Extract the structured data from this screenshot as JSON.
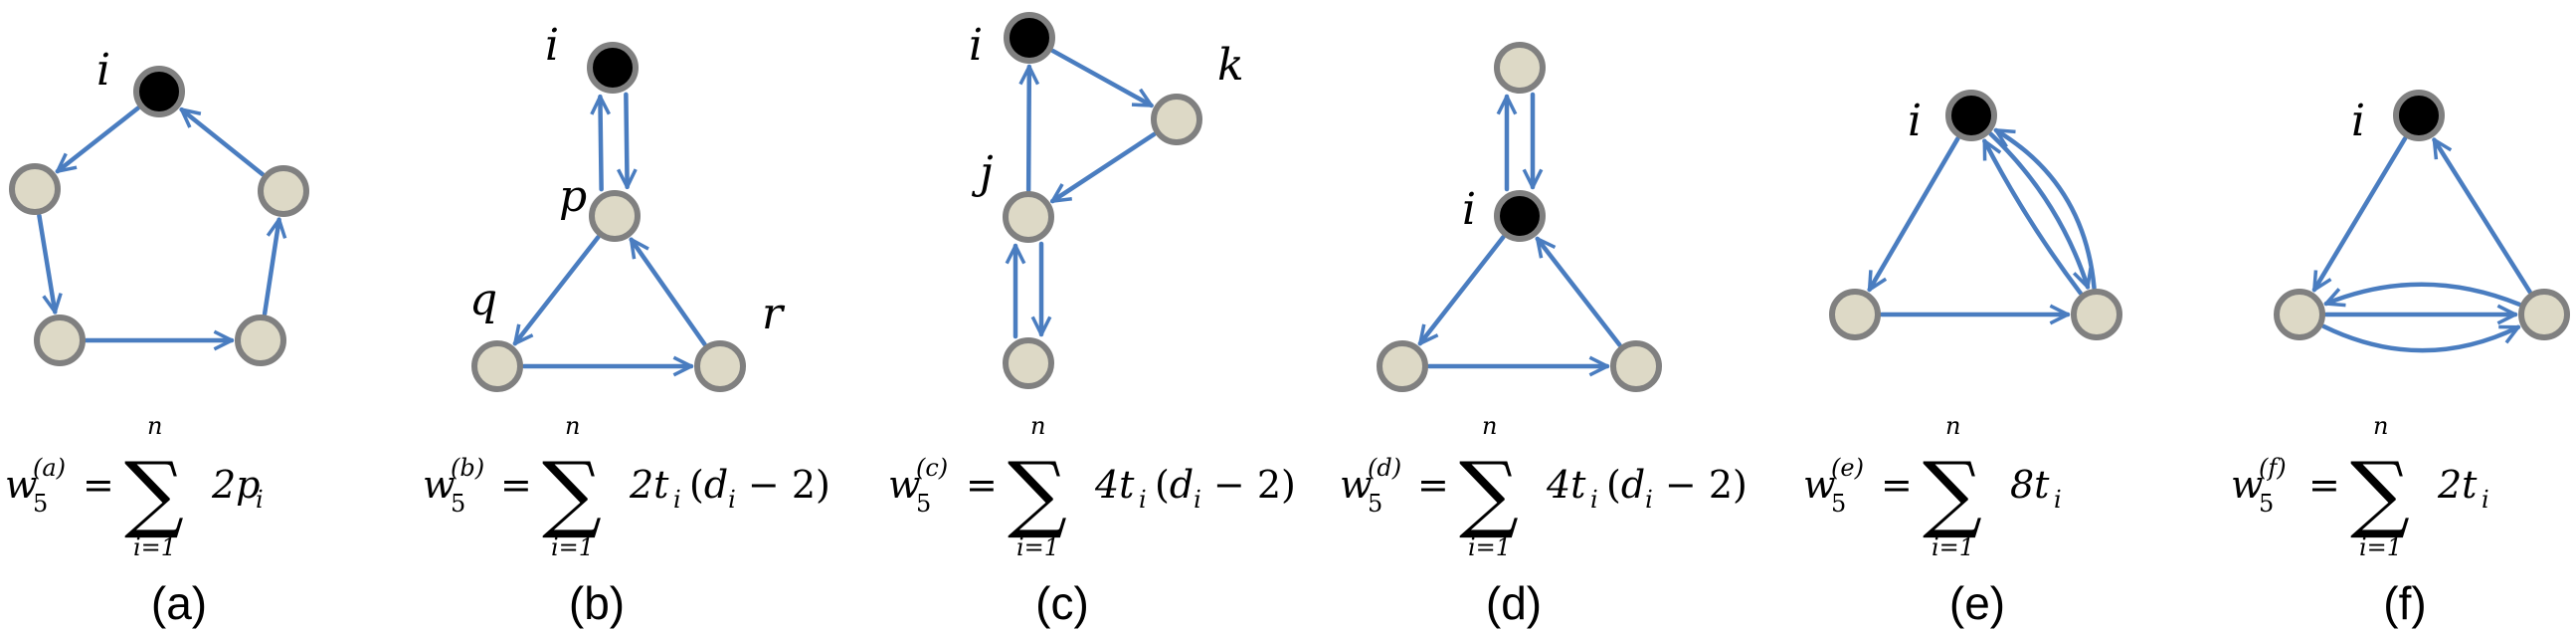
{
  "colors": {
    "edge": "#4a7dc0",
    "node_fill": "#ddd9c6",
    "node_stroke": "#808080",
    "focal": "#000000"
  },
  "panels": [
    {
      "id": "a",
      "caption": "(a)",
      "formula": {
        "sub_label": "(a)",
        "sub": "i=1",
        "sup": "n",
        "term": "2p",
        "term_sub": "i",
        "tail": ""
      },
      "nodes": [
        {
          "id": "i",
          "label": "i",
          "focal": true
        },
        {
          "id": "u",
          "label": "",
          "focal": false
        },
        {
          "id": "bl",
          "label": "",
          "focal": false
        },
        {
          "id": "br",
          "label": "",
          "focal": false
        },
        {
          "id": "r",
          "label": "",
          "focal": false
        }
      ]
    },
    {
      "id": "b",
      "caption": "(b)",
      "formula": {
        "sub_label": "(b)",
        "sub": "i=1",
        "sup": "n",
        "term": "2t",
        "term_sub": "i",
        "tail": "(d_i − 2)"
      },
      "nodes": [
        {
          "id": "i",
          "label": "i",
          "focal": true
        },
        {
          "id": "p",
          "label": "p",
          "focal": false
        },
        {
          "id": "q",
          "label": "q",
          "focal": false
        },
        {
          "id": "r",
          "label": "r",
          "focal": false
        }
      ]
    },
    {
      "id": "c",
      "caption": "(c)",
      "formula": {
        "sub_label": "(c)",
        "sub": "i=1",
        "sup": "n",
        "term": "4t",
        "term_sub": "i",
        "tail": "(d_i − 2)"
      },
      "nodes": [
        {
          "id": "i",
          "label": "i",
          "focal": true
        },
        {
          "id": "k",
          "label": "k",
          "focal": false
        },
        {
          "id": "j",
          "label": "j",
          "focal": false
        },
        {
          "id": "b",
          "label": "",
          "focal": false
        }
      ]
    },
    {
      "id": "d",
      "caption": "(d)",
      "formula": {
        "sub_label": "(d)",
        "sub": "i=1",
        "sup": "n",
        "term": "4t",
        "term_sub": "i",
        "tail": "(d_i − 2)"
      },
      "nodes": [
        {
          "id": "t",
          "label": "",
          "focal": false
        },
        {
          "id": "i",
          "label": "i",
          "focal": true
        },
        {
          "id": "l",
          "label": "",
          "focal": false
        },
        {
          "id": "r",
          "label": "",
          "focal": false
        }
      ]
    },
    {
      "id": "e",
      "caption": "(e)",
      "formula": {
        "sub_label": "(e)",
        "sub": "i=1",
        "sup": "n",
        "term": "8t",
        "term_sub": "i",
        "tail": ""
      },
      "nodes": [
        {
          "id": "i",
          "label": "i",
          "focal": true
        },
        {
          "id": "l",
          "label": "",
          "focal": false
        },
        {
          "id": "r",
          "label": "",
          "focal": false
        }
      ]
    },
    {
      "id": "f",
      "caption": "(f)",
      "formula": {
        "sub_label": "(f)",
        "sub": "i=1",
        "sup": "n",
        "term": "2t",
        "term_sub": "i",
        "tail": ""
      },
      "nodes": [
        {
          "id": "i",
          "label": "i",
          "focal": true
        },
        {
          "id": "l",
          "label": "",
          "focal": false
        },
        {
          "id": "r",
          "label": "",
          "focal": false
        }
      ]
    }
  ]
}
